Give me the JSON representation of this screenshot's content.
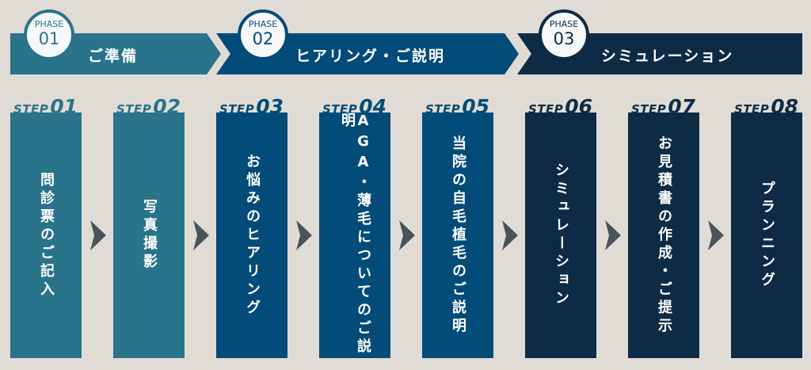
{
  "colors": {
    "background": "#e0dcd5",
    "phase1": "#29738b",
    "phase2": "#034b78",
    "phase3": "#0d2b45",
    "arrow": "#49535b"
  },
  "phases": [
    {
      "label": "PHASE",
      "number": "01",
      "title": "ご準備"
    },
    {
      "label": "PHASE",
      "number": "02",
      "title": "ヒアリング・ご説明"
    },
    {
      "label": "PHASE",
      "number": "03",
      "title": "シミュレーション"
    }
  ],
  "steps": [
    {
      "label": "STEP",
      "number": "01",
      "text": "問診票のご記入"
    },
    {
      "label": "STEP",
      "number": "02",
      "text": "写真撮影"
    },
    {
      "label": "STEP",
      "number": "03",
      "text": "お悩みのヒアリング"
    },
    {
      "label": "STEP",
      "number": "04",
      "text": "AGA・薄毛についてのご説明"
    },
    {
      "label": "STEP",
      "number": "05",
      "text": "当院の自毛植毛のご説明"
    },
    {
      "label": "STEP",
      "number": "06",
      "text": "シミュレーション"
    },
    {
      "label": "STEP",
      "number": "07",
      "text": "お見積書の作成・ご提示"
    },
    {
      "label": "STEP",
      "number": "08",
      "text": "プランニング"
    }
  ],
  "connector_icon": "chevron-right-icon"
}
